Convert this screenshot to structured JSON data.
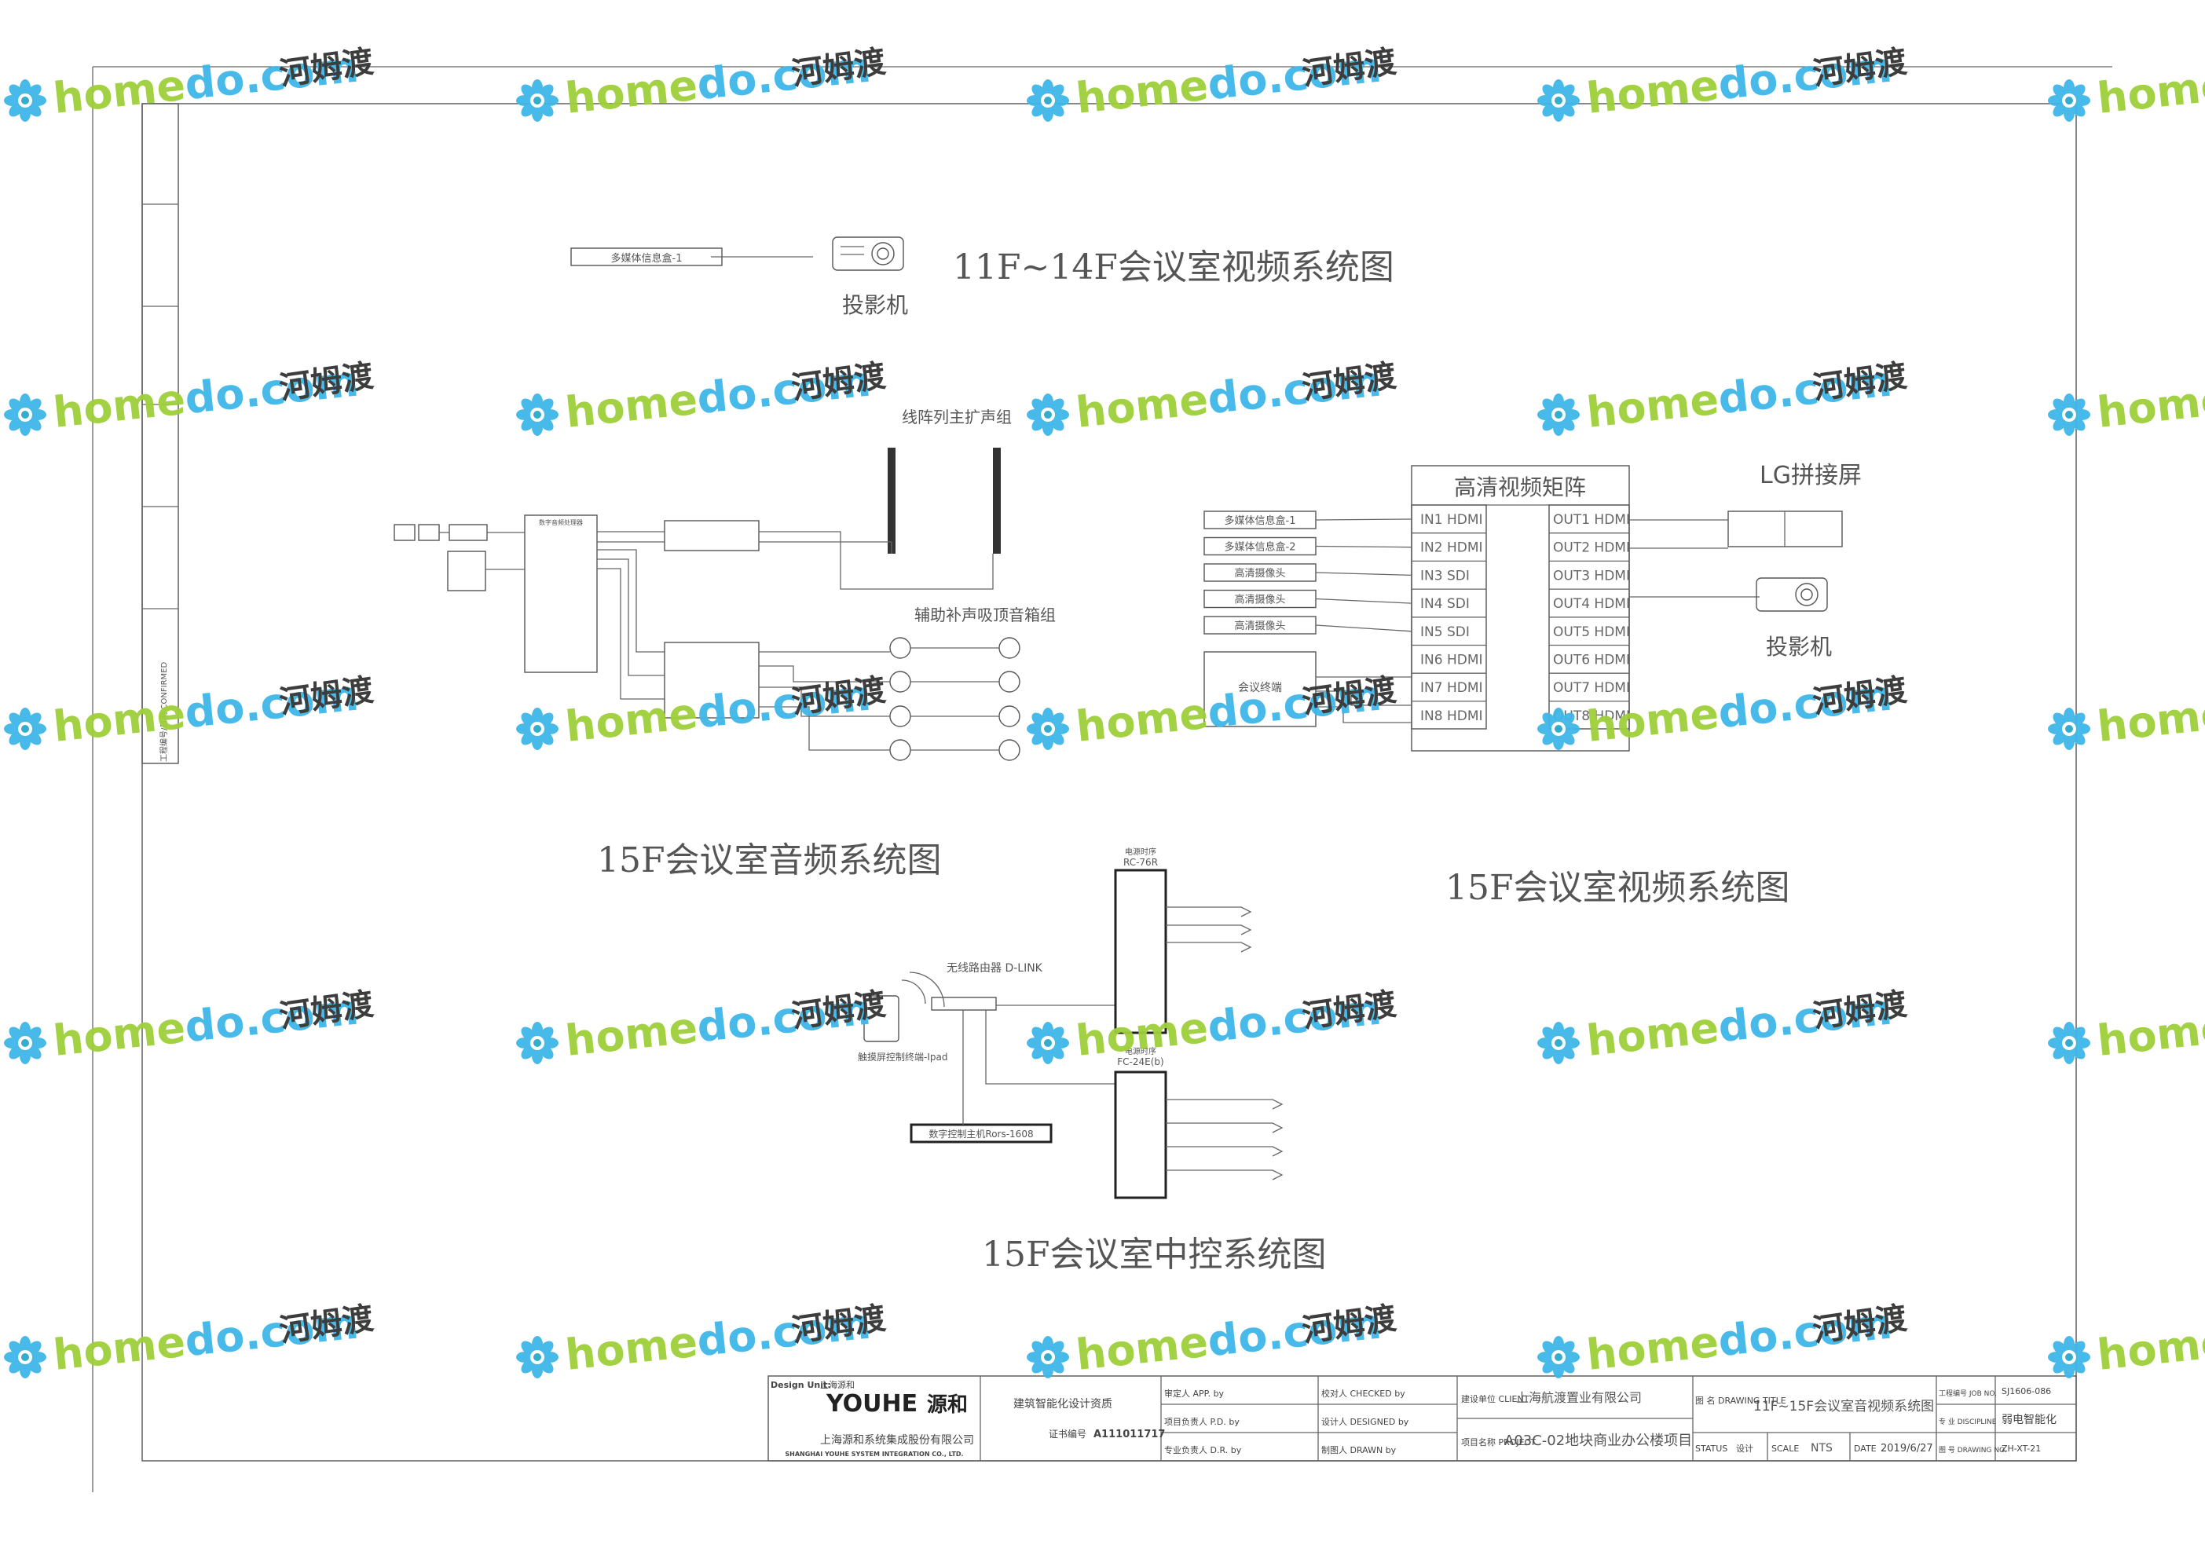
{
  "drawing": {
    "title_1114_video": "11F~14F会议室视频系统图",
    "title_15_audio": "15F会议室音频系统图",
    "title_15_video": "15F会议室视频系统图",
    "title_15_control": "15F会议室中控系统图",
    "video_11f": {
      "source": "多媒体信息盒-1",
      "projector": "投影机"
    },
    "audio": {
      "line_array_label": "线阵列主扩声组",
      "aux_label": "辅助补声吸顶音箱组",
      "processor_label": "数字音频处理器"
    },
    "video_15f": {
      "matrix_title": "高清视频矩阵",
      "lg_screen": "LG拼接屏",
      "projector": "投影机",
      "sources": [
        "多媒体信息盒-1",
        "多媒体信息盒-2",
        "高清摄像头",
        "高清摄像头",
        "高清摄像头"
      ],
      "extra_source": "会议终端",
      "inputs": [
        "IN1  HDMI",
        "IN2  HDMI",
        "IN3  SDI",
        "IN4  SDI",
        "IN5  SDI",
        "IN6  HDMI",
        "IN7  HDMI",
        "IN8  HDMI"
      ],
      "outputs": [
        "OUT1  HDMI",
        "OUT2  HDMI",
        "OUT3  HDMI",
        "OUT4  HDMI",
        "OUT5  HDMI",
        "OUT6  HDMI",
        "OUT7  HDMI",
        "OUT8  HDMI"
      ]
    },
    "control": {
      "router": "无线路由器 D-LINK",
      "ipad": "触摸屏控制终端-Ipad",
      "host": "数字控制主机Rors-1608",
      "rc_top_label": "电源时序",
      "rc_top_model": "RC-76R",
      "rc_bottom_label": "电源时序",
      "rc_bottom_model": "FC-24E(b)"
    },
    "side_strip": "工程编号/日期 CONFIRMED"
  },
  "title_block": {
    "design_unit_label": "Design Unit:",
    "company_cn": "上海源和",
    "logo_text": "YOUHE",
    "logo_cn": "源和",
    "company_full_cn": "上海源和系统集成股份有限公司",
    "company_en": "SHANGHAI YOUHE SYSTEM INTEGRATION CO., LTD.",
    "cert_label": "建筑智能化设计资质",
    "cert_no_label": "证书编号",
    "cert_no": "A111011717",
    "approved_by": "审定人  APP. by",
    "pd_by": "项目负责人  P.D. by",
    "dr_by": "专业负责人  D.R. by",
    "checked_by": "校对人  CHECKED by",
    "designed_by": "设计人  DESIGNED by",
    "drawn_by": "制图人  DRAWN by",
    "client_label": "建设单位  CLIENT",
    "client": "上海航渡置业有限公司",
    "project_label": "项目名称  PROJECT",
    "project": "A03C-02地块商业办公楼项目",
    "drawing_title_label": "图  名  DRAWING TITLE",
    "drawing_title": "11F~15F会议室音视频系统图",
    "status_label": "STATUS",
    "status": "设计",
    "scale_label": "SCALE",
    "scale": "NTS",
    "date_label": "DATE",
    "date": "2019/6/27",
    "job_no_label": "工程编号  JOB NO.",
    "job_no": "SJ1606-086",
    "discipline_label": "专  业  DISCIPLINE",
    "discipline": "弱电智能化",
    "drawing_no_label": "图  号  DRAWING NO.",
    "drawing_no": "ZH-XT-21"
  },
  "watermark": {
    "text": "homedo.com",
    "cn": "河姆渡",
    "colors": {
      "blue": "#3fb7e8",
      "green": "#9fcf3a",
      "teal": "#2aa9c9"
    }
  }
}
